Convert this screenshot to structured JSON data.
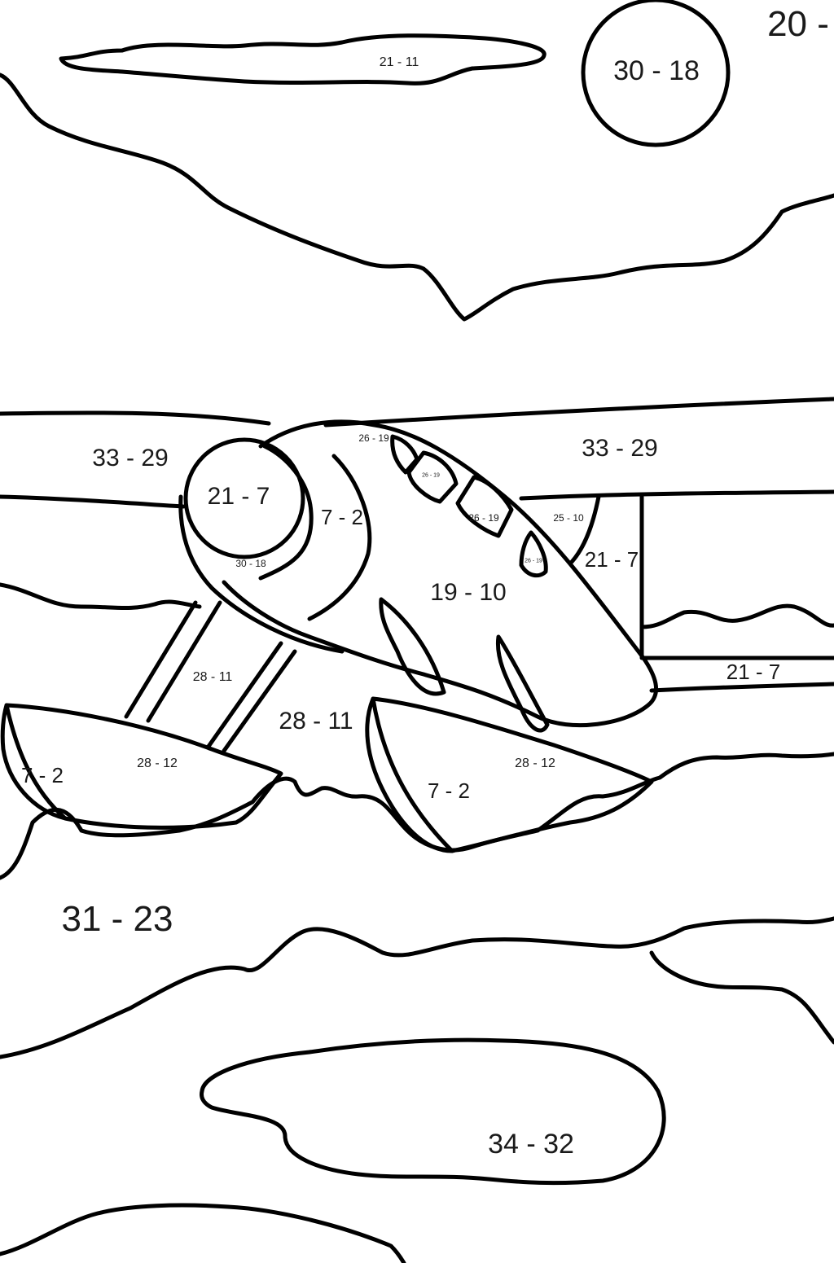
{
  "labels": {
    "cloud_top": "21 - 11",
    "sun": "30 - 18",
    "sky_right": "20 -",
    "wing_left": "33 - 29",
    "wing_right": "33 - 29",
    "engine_nose": "21 - 7",
    "engine_ring": "7 - 2",
    "engine_bottom": "30 - 18",
    "cockpit_top": "26 - 19",
    "window_1": "26 - 19",
    "window_2": "26 - 19",
    "window_3": "25 - 10",
    "window_4": "26 - 19",
    "wing_strut": "21 - 7",
    "fuselage": "19 - 10",
    "tail": "21 - 7",
    "strut_left": "28 - 11",
    "middle_gap": "28 - 11",
    "float_left_tip": "7 - 2",
    "float_left": "28 - 12",
    "float_right_tip": "7 - 2",
    "float_right": "28 - 12",
    "lake_water": "31 - 23",
    "shore_bottom": "34 - 32"
  }
}
